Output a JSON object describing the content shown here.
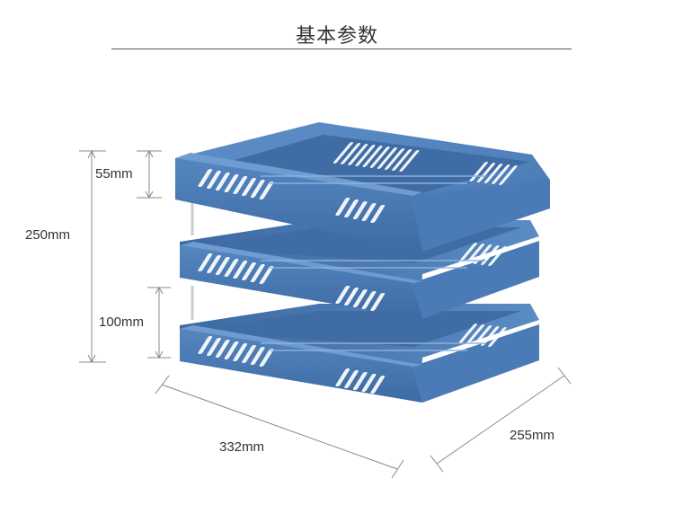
{
  "header": {
    "title": "基本参数"
  },
  "dimensions": {
    "depth_short": "55mm",
    "total_height": "250mm",
    "tier_gap": "100mm",
    "width": "332mm",
    "depth": "255mm"
  },
  "colors": {
    "tray_blue": "#4f7fb9",
    "tray_dark": "#3a6399",
    "tray_light": "#7aa3d4",
    "rod": "#c9ced6",
    "dimension_line": "#888888",
    "text": "#333333"
  }
}
